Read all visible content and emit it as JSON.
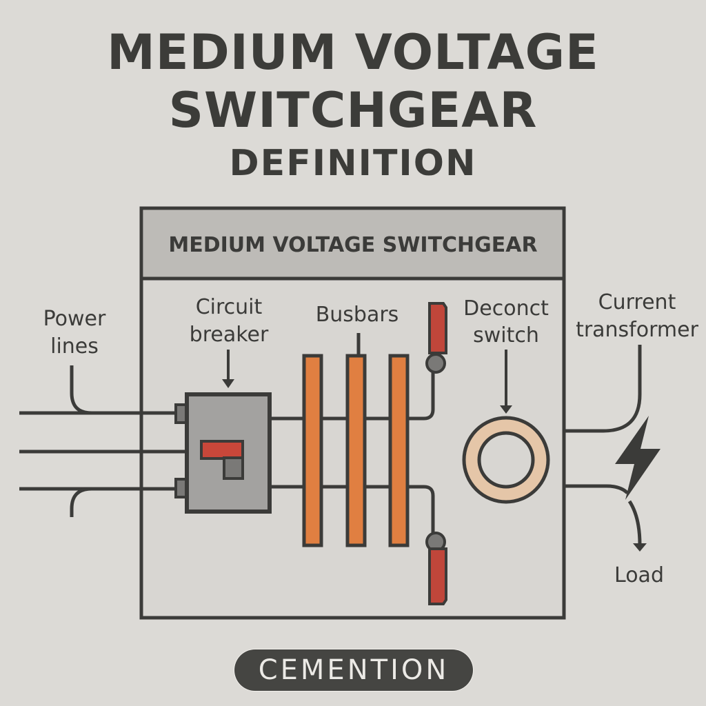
{
  "title": {
    "line1": "MEDIUM VOLTAGE",
    "line2": "SWITCHGEAR",
    "subtitle": "DEFINITION"
  },
  "enclosure": {
    "header": "MEDIUM VOLTAGE SWITCHGEAR"
  },
  "labels": {
    "power_lines_1": "Power",
    "power_lines_2": "lines",
    "circuit_breaker_1": "Circuit",
    "circuit_breaker_2": "breaker",
    "busbars": "Busbars",
    "disconnect_switch_1": "Deconct",
    "disconnect_switch_2": "switch",
    "current_transformer_1": "Current",
    "current_transformer_2": "transformer",
    "load": "Load"
  },
  "badge": {
    "text": "CEMENTION"
  },
  "icons": {
    "lightning": "lightning-bolt-icon",
    "arrow": "arrow-down-icon"
  },
  "colors": {
    "background": "#dcdad6",
    "ink": "#3b3b39",
    "enclosure_header": "#bdbbb7",
    "breaker_body": "#a3a2a0",
    "breaker_handle": "#c9473a",
    "busbar": "#e07f41",
    "switch_blade": "#c0463a",
    "ct_ring": "#e5c6a8"
  }
}
